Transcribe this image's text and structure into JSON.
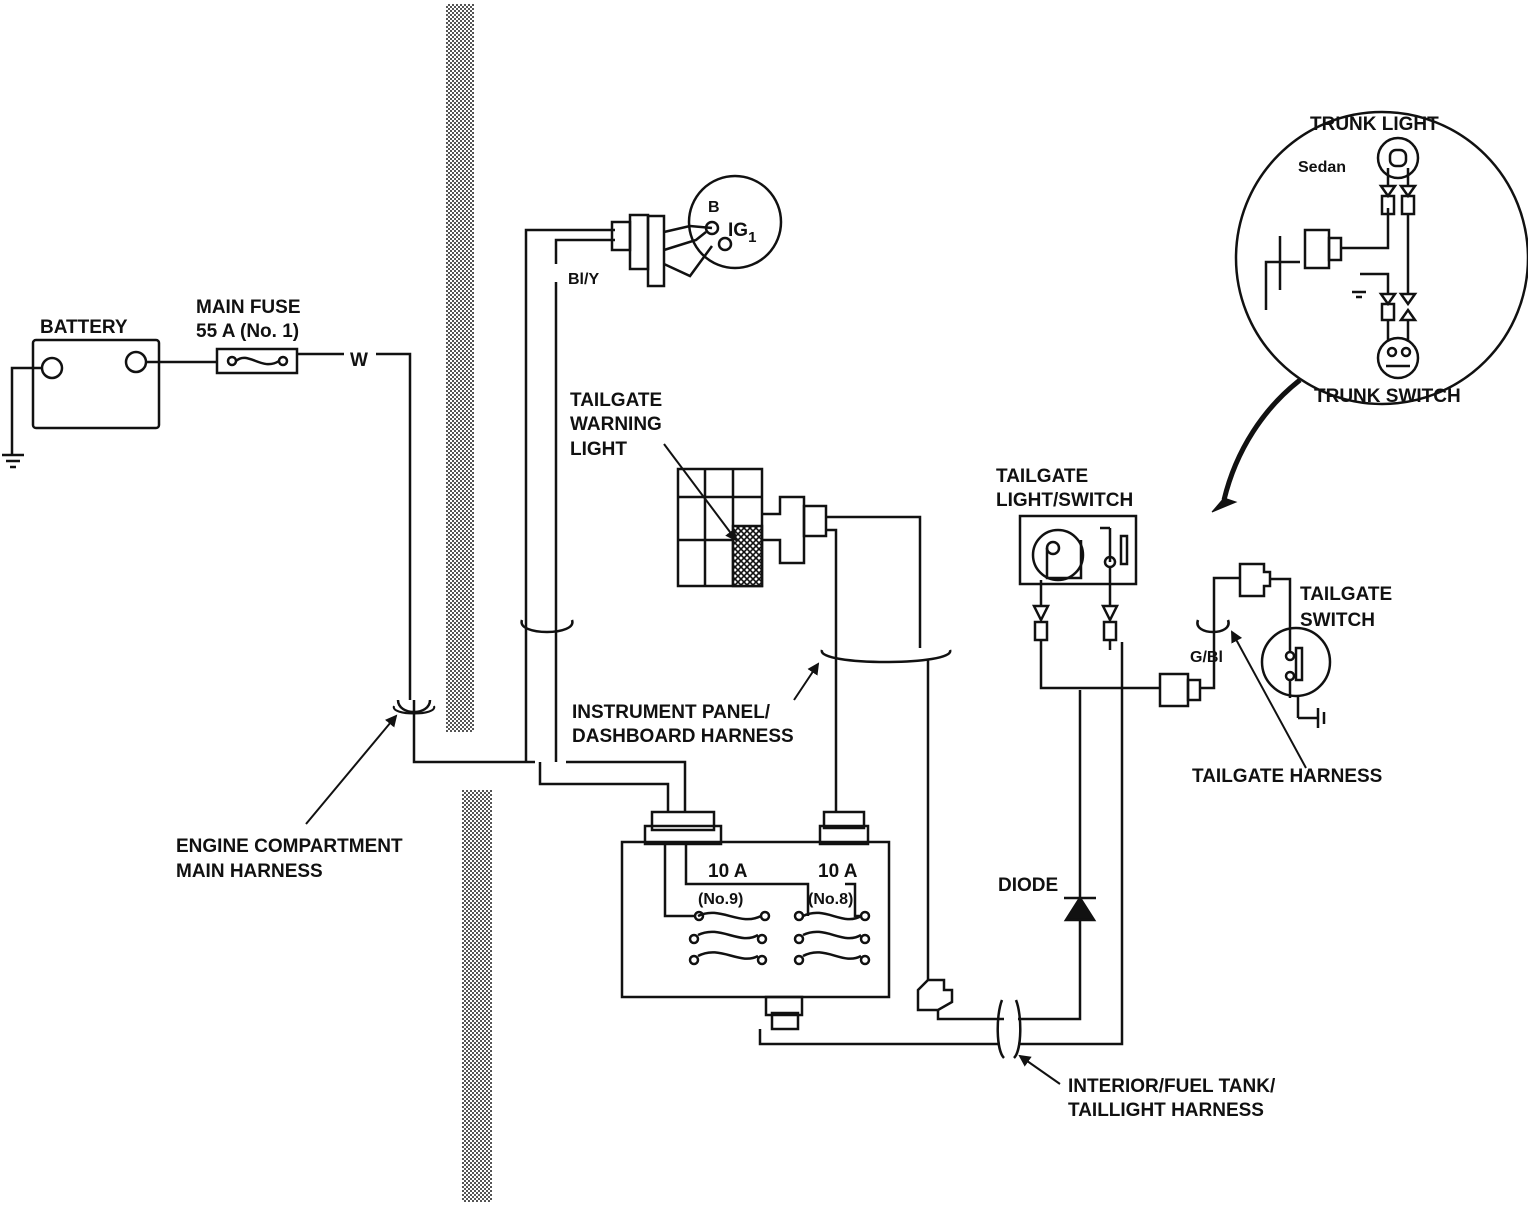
{
  "labels": {
    "battery": "BATTERY",
    "main_fuse_line1": "MAIN FUSE",
    "main_fuse_line2": "55 A (No. 1)",
    "wire_w": "W",
    "wire_bly": "Bl/Y",
    "terminal_b": "B",
    "terminal_ig": "IG",
    "terminal_ig_sub": "1",
    "tailgate_warning_light": [
      "TAILGATE",
      "WARNING",
      "LIGHT"
    ],
    "instrument_panel_harness": [
      "INSTRUMENT PANEL/",
      "DASHBOARD HARNESS"
    ],
    "engine_compartment_harness": [
      "ENGINE COMPARTMENT",
      "MAIN HARNESS"
    ],
    "fuse_no9_amps": "10 A",
    "fuse_no9_num": "(No.9)",
    "fuse_no8_amps": "10 A",
    "fuse_no8_num": "(No.8)",
    "tailgate_light_switch": [
      "TAILGATE",
      "LIGHT/SWITCH"
    ],
    "tailgate_switch": [
      "TAILGATE",
      "SWITCH"
    ],
    "wire_gbl": "G/Bl",
    "tailgate_harness": "TAILGATE HARNESS",
    "diode": "DIODE",
    "interior_harness": [
      "INTERIOR/FUEL TANK/",
      "TAILLIGHT HARNESS"
    ],
    "trunk_light": "TRUNK LIGHT",
    "sedan": "Sedan",
    "trunk_switch": "TRUNK SWITCH"
  },
  "colors": {
    "line": "#111111",
    "bulkhead": "#8a8a8a",
    "background": "#ffffff"
  }
}
